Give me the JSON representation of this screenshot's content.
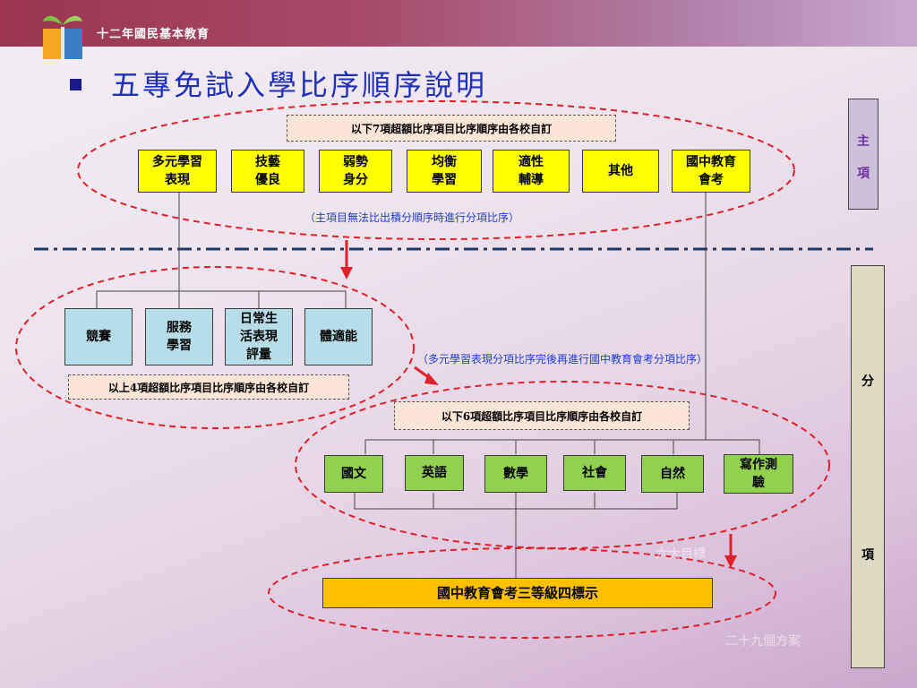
{
  "header": {
    "brand": "十二年國民基本教育"
  },
  "title": "五專免試入學比序順序說明",
  "main_items": {
    "note": "以下7項超額比序項目比序順序由各校自訂",
    "items": [
      "多元學習表現",
      "技藝優良",
      "弱勢身分",
      "均衡學習",
      "適性輔導",
      "其他",
      "國中教育會考"
    ],
    "footnote": "（主項目無法比出積分順序時進行分項比序）"
  },
  "sub_items_1": {
    "items": [
      "競賽",
      "服務學習",
      "日常生活表現評量",
      "體適能"
    ],
    "note": "以上4項超額比序項目比序順序由各校自訂"
  },
  "sub_items_2": {
    "footnote": "（多元學習表現分項比序完後再進行國中教育會考分項比序）",
    "note": "以下6項超額比序項目比序順序由各校自訂",
    "items": [
      "國文",
      "英語",
      "數學",
      "社會",
      "自然",
      "寫作測驗"
    ]
  },
  "final": {
    "label": "國中教育會考三等級四標示"
  },
  "side_labels": {
    "main": [
      "主",
      "項"
    ],
    "sub": [
      "分",
      "項"
    ]
  },
  "watermarks": [
    "六大目標",
    "二十九個方案"
  ],
  "colors": {
    "main_items": "#ffff00",
    "sub_items_1": "#b7dde8",
    "sub_items_2": "#92d050",
    "final": "#ffc000",
    "dashed": "#e0202a",
    "title": "#1f2fb6"
  }
}
